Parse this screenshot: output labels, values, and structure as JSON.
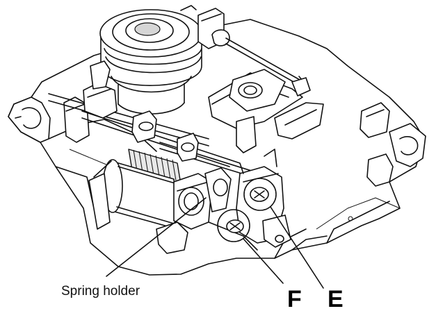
{
  "labels": {
    "spring_holder": "Spring holder",
    "callout_f": "F",
    "callout_e": "E"
  },
  "colors": {
    "line": "#111111",
    "background": "#ffffff"
  }
}
